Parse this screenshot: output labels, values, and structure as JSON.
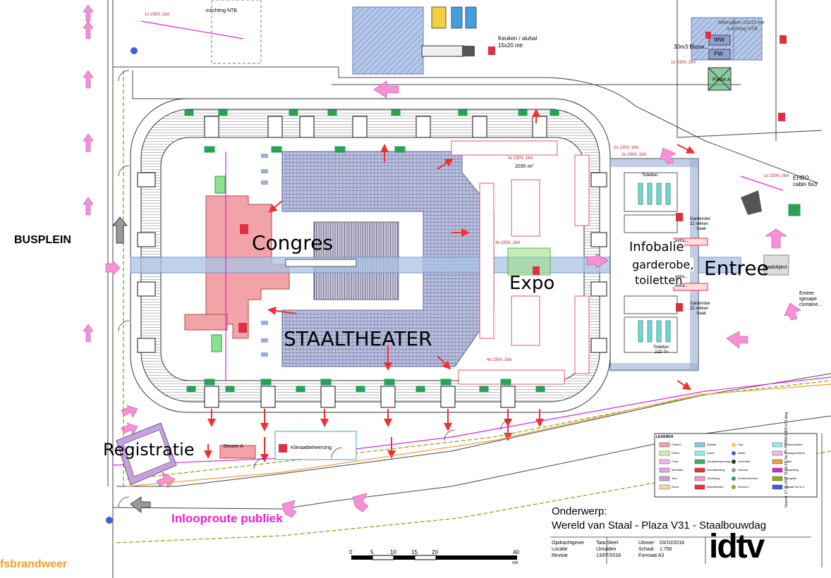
{
  "labels": {
    "busplein": "BUSPLEIN",
    "congres": "Congres",
    "staaltheater": "STAALTHEATER",
    "expo": "Expo",
    "infobalie": "Infobalie",
    "garderobe": "garderobe,",
    "toiletten": "toiletten",
    "entree": "Entree",
    "registratie": "Registratie",
    "inlooproute": "Inlooproute publiek",
    "brandweer": "fsbrandweer",
    "inrichting_ntb": "inrichting NTB",
    "keuken": "Keuken / aluhal",
    "keuken_size": "15x20 mtr",
    "blusw": "30m3 Blusw...",
    "milieuplein": "Milieuplein 15x15 mtr",
    "milieuplein_sub": "inrichting NTB",
    "ww": "WW",
    "pw": "PW",
    "ehbo": "EHBO",
    "ehbo_cabin": "cabin 6x3",
    "staalobject": "Staalobject",
    "entree_igesape": "Entree",
    "entree_igesape2": "Igesape",
    "entree_igesape3": "containe...",
    "klimaatbeheersing": "Klimaatbeheersing",
    "stroom": "Stroom A",
    "area_m2": "2035 m²",
    "power_1": "4x 230V, 16A",
    "power_2": "4x 230V, 16A",
    "power_3": "4x 230V, 16A",
    "power_4": "1x 230V, 16A",
    "power_5": "2x 230V, 16A",
    "power_6": "1x 230V, 16A",
    "power_7": "1x 230V, 16A",
    "power_8": "3x 230V, 16A",
    "toiletten_top": "Toiletten",
    "toiletten_bot": "Toiletten",
    "toiletten_bot_size": "21D 7x",
    "garderobe_top": "Garderobe",
    "garderobe_top_sub": "22 rekken",
    "garderobe_top_sub2": "haak",
    "garderobe_bot": "Garderobe",
    "garderobe_bot_sub": "22 rekken",
    "garderobe_bot_sub2": "haak",
    "extra_top": "extra...",
    "extra_mid": "extra...",
    "extra_bot": "extra...",
    "fiets": "Fietse A"
  },
  "title_block": {
    "onderwerp_label": "Onderwerp:",
    "onderwerp": "Wereld van Staal - Plaza V31 - Staalbouwdag",
    "opdrachtgever_label": "Opdrachtgever",
    "opdrachtgever": "Tata Steel",
    "locatie_label": "Locatie",
    "locatie": "IJmuiden",
    "revisie_label": "Revisie",
    "revisie": "13/07/2018",
    "uitvoer_label": "Uitvoer",
    "uitvoer": "03/10/2018",
    "schaal_label": "Schaal",
    "schaal": "1:750",
    "formaat_label": "Formaat A3",
    "logo": "idtv",
    "side_note": "Geprint: 17-11-2017 15:16:23, file: PL FORMULIER-V31.dwg"
  },
  "scale_bar": {
    "ticks": [
      "0",
      "5",
      "10",
      "15",
      "20",
      "40"
    ],
    "unit": "mtr"
  },
  "legend": {
    "title": "LEGENDA",
    "col1": [
      "Podium",
      "Drinks",
      "Food",
      "Meubilair",
      "Tent",
      "Decor"
    ],
    "col2": [
      "Sanitair",
      "Kraan",
      "Klimaatbeheersing",
      "Noodafsluiting",
      "Vluchtweg",
      "Brandblusser"
    ],
    "col3": [
      "Gas",
      "Water",
      "Lichtmast",
      "Camera",
      "Verkeersborden",
      "Infobord"
    ],
    "col4": [
      "Kookcontainer",
      "Opslagcontainer",
      "Cable",
      "Bekabeling",
      "Dranghek",
      "Rijplaat 3x1,6 m"
    ],
    "colors": {
      "podium": "#f2a0a8",
      "drinks": "#ccf0a8",
      "food": "#f4b4f4",
      "meubilair": "#e4a4e4",
      "tent": "#c8a0e0",
      "decor": "#f8d8a0",
      "sanitair": "#7ed0d4",
      "kraan": "#9ee8f0",
      "klimaat": "#3cae78"
    }
  },
  "colors": {
    "hall_fill": "#f2a3a8",
    "grandstand": "#9aaed4",
    "truss": "#a8c4e4",
    "arrow_pink": "#f890d8",
    "arrow_red": "#f03030",
    "magenta": "#e020e0",
    "route_green": "#8aa820",
    "orange_line": "#f0a030",
    "exit_green": "#2ea050"
  }
}
